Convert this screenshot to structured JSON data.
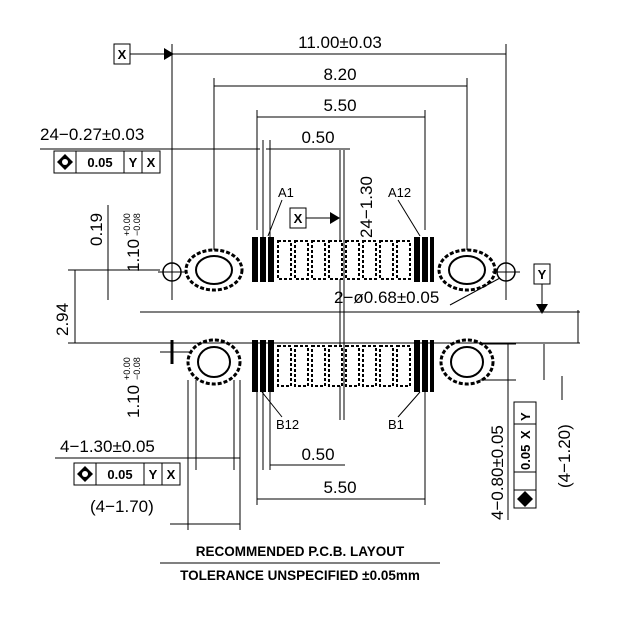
{
  "title": "RECOMMENDED  P.C.B.  LAYOUT",
  "subtitle": "TOLERANCE  UNSPECIFIED  ±0.05mm",
  "datums": {
    "x": "X",
    "y": "Y"
  },
  "dimensions": {
    "overall_width": "11.00±0.03",
    "hole_pitch": "8.20",
    "pad_span_top": "5.50",
    "pad_span_bottom": "5.50",
    "pad_pitch_top": "0.50",
    "pad_pitch_bottom": "0.50",
    "pad_width": "24−0.27±0.03",
    "pad_length": "24−1.30",
    "offset_019": "0.19",
    "row_gap": "2.94",
    "pad_tol_upper": "1.10",
    "pad_tol_upper_plus": "+0.00",
    "pad_tol_upper_minus": "−0.08",
    "pad_tol_lower": "1.10",
    "pad_tol_lower_plus": "+0.00",
    "pad_tol_lower_minus": "−0.08",
    "hole_dia": "2−ø0.68±0.05",
    "slot_width": "4−1.30±0.05",
    "slot_width_ref": "(4−1.70)",
    "slot_length": "4−0.80±0.05",
    "slot_length_ref": "(4−1.20)"
  },
  "feature_frames": {
    "pad_frame": {
      "symbol": "position-symbol",
      "tol": "0.05",
      "ref1": "Y",
      "ref2": "X"
    },
    "slot_frame": {
      "symbol": "position-symbol",
      "tol": "0.05",
      "ref1": "Y",
      "ref2": "X"
    },
    "vertical_frame": {
      "symbol": "position-symbol",
      "tol": "0.05",
      "ref1": "X",
      "ref2": "Y"
    }
  },
  "pin_labels": {
    "a1": "A1",
    "a12": "A12",
    "b12": "B12",
    "b1": "B1"
  }
}
